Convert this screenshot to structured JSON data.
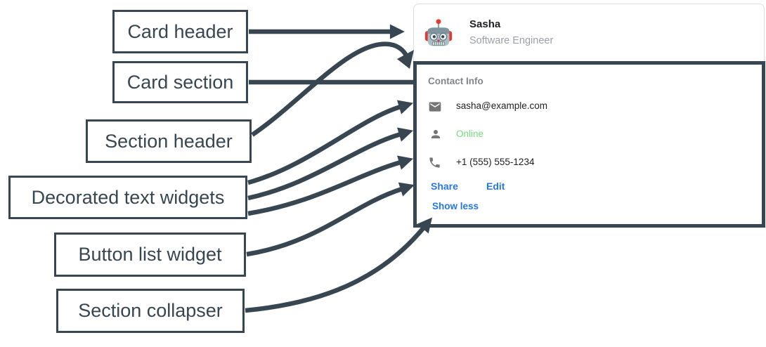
{
  "annotations": {
    "labels": [
      {
        "text": "Card header",
        "target": "card-header"
      },
      {
        "text": "Card section",
        "target": "card-section"
      },
      {
        "text": "Section header",
        "target": "section-header"
      },
      {
        "text": "Decorated text widgets",
        "target": "decorated-text-rows"
      },
      {
        "text": "Button list widget",
        "target": "button-list"
      },
      {
        "text": "Section collapser",
        "target": "section-collapser"
      }
    ]
  },
  "card": {
    "header": {
      "avatar_icon": "robot-avatar",
      "name": "Sasha",
      "subtitle": "Software Engineer"
    },
    "section": {
      "title": "Contact Info",
      "rows": [
        {
          "icon": "email-icon",
          "text": "sasha@example.com"
        },
        {
          "icon": "person-icon",
          "text": "Online",
          "status_color": "#77D97D"
        },
        {
          "icon": "phone-icon",
          "text": "+1 (555) 555-1234"
        }
      ],
      "buttons": [
        {
          "label": "Share"
        },
        {
          "label": "Edit"
        }
      ],
      "collapser_label": "Show less"
    }
  },
  "colors": {
    "annotation_slate": "#374650",
    "link_blue": "#2577E5",
    "online_green": "#77D97D",
    "muted_gray": "#80868B",
    "body_text": "#202124",
    "subtitle_gray": "#9AA0A6",
    "icon_gray": "#757575",
    "card_border": "#DADCE0",
    "avatar_red": "#E53935"
  }
}
